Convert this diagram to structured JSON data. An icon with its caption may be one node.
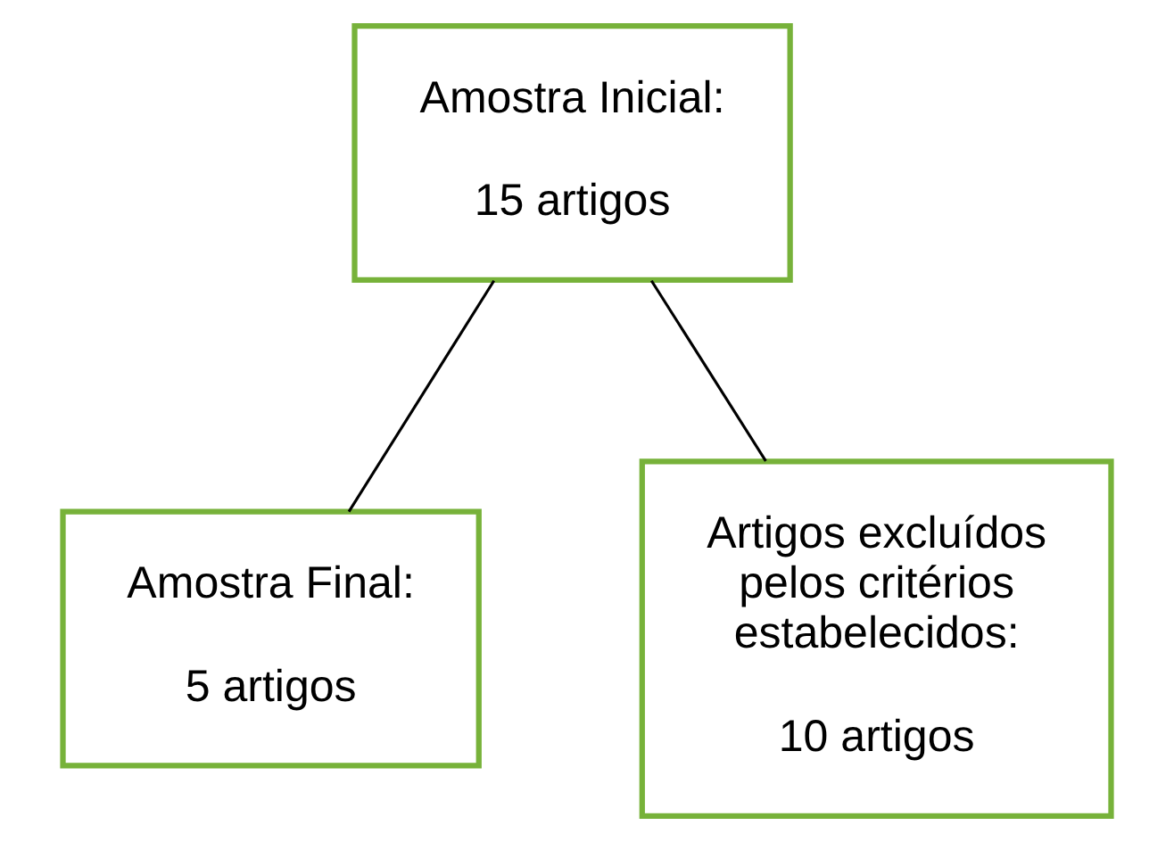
{
  "diagram": {
    "nodes": [
      {
        "text": [
          "Amostra Inicial:",
          "15 artigos"
        ]
      },
      {
        "text": [
          "Amostra Final:",
          "5 artigos"
        ]
      },
      {
        "text": [
          "Artigos excluídos pelos critérios estabelecidos:",
          "10 artigos"
        ]
      }
    ],
    "edges": [
      {
        "from": 0,
        "to": 1,
        "arrow": "none"
      },
      {
        "from": 0,
        "to": 2,
        "arrow": "none"
      }
    ]
  }
}
